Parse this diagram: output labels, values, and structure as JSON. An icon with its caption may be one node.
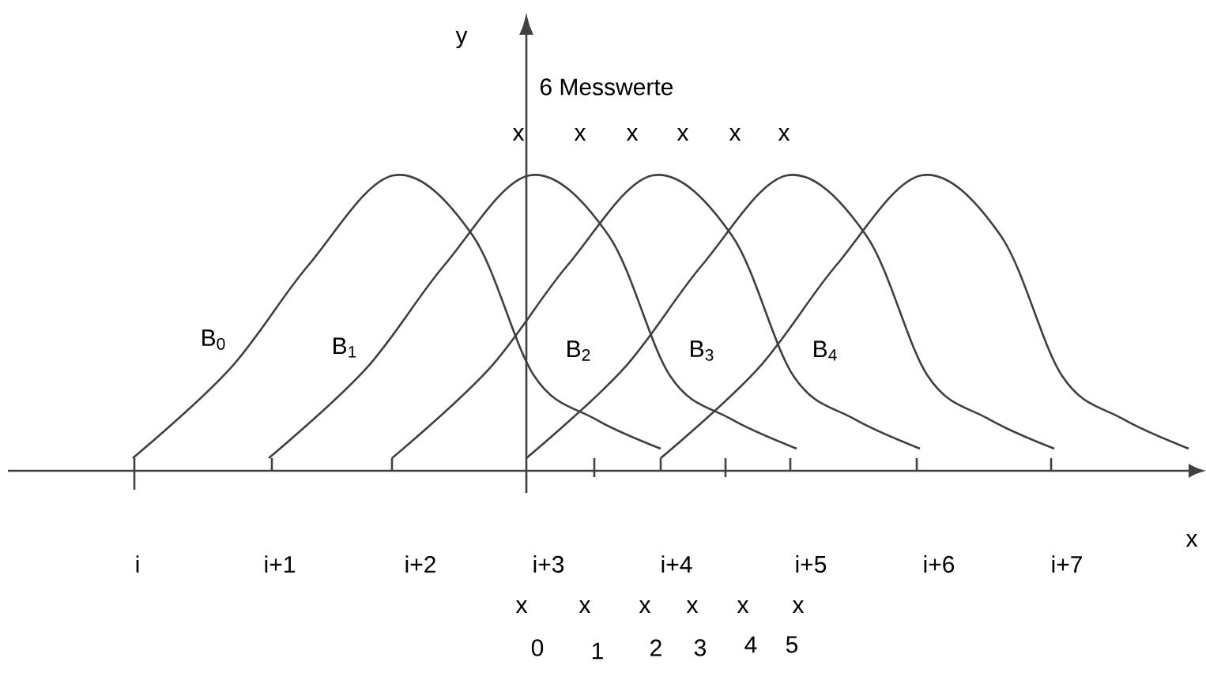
{
  "diagram": {
    "labels": [
      "y",
      "6 Messwerte",
      "x",
      "x",
      "x",
      "x",
      "x",
      "x",
      "B$_{0}$",
      "B$_{1}$",
      "B$_{2}$",
      "B$_{3}$",
      "B$_{4}$",
      "i",
      "i+1",
      "i+2",
      "i+3",
      "i+4",
      "i+5",
      "i+6",
      "i+7",
      "x",
      "x",
      "x",
      "x",
      "x",
      "x",
      "x",
      "0",
      "1",
      "2",
      "3",
      "4",
      "5"
    ]
  }
}
